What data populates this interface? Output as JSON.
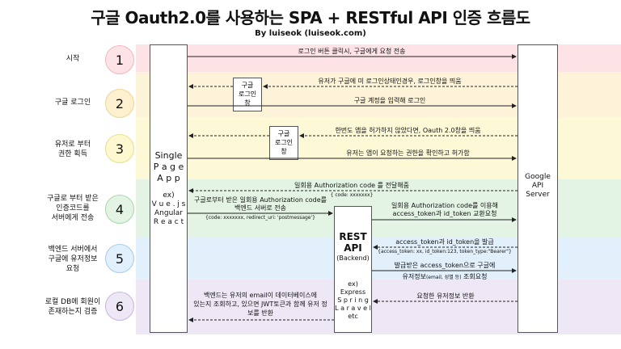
{
  "title": "구글 Oauth2.0를 사용하는 SPA + RESTful API 인증 흐름도",
  "byline": "By luiseok (luiseok.com)",
  "steps": [
    {
      "num": "1",
      "label": "시작"
    },
    {
      "num": "2",
      "label": "구글 로그인"
    },
    {
      "num": "3",
      "label_line1": "유저로 부터",
      "label_line2": "권한 획득"
    },
    {
      "num": "4",
      "label_line1": "구글로 부터 받은",
      "label_line2": "인증코드를",
      "label_line3": "서버에게 전송"
    },
    {
      "num": "5",
      "label_line1": "백엔드 서버에서",
      "label_line2": "구글에 유저정보",
      "label_line3": "요청"
    },
    {
      "num": "6",
      "label_line1": "로컬 DB에 회원이",
      "label_line2": "존재하는지 검증"
    }
  ],
  "spa": {
    "line1": "Single",
    "line2": "P a g e",
    "line3": "A p p",
    "ex": "ex)",
    "fw1": "V u e . j s",
    "fw2": "Angular",
    "fw3": "R e a c t"
  },
  "google": {
    "line1": "Google",
    "line2": "API",
    "line3": "Server"
  },
  "rest": {
    "line1": "REST",
    "line2": "API",
    "line3": "(Backend)",
    "ex": "ex)",
    "fw1": "Express",
    "fw2": "S p r i n g",
    "fw3": "L a r a v e l",
    "fw4": "etc"
  },
  "login_box_1": {
    "line1": "구글",
    "line2": "로그인",
    "line3": "창"
  },
  "login_box_2": {
    "line1": "구글",
    "line2": "로그인",
    "line3": "창"
  },
  "messages": {
    "m1": "로그인 버튼 클릭시, 구글에게 요청 전송",
    "m2": "유저가 구글에 미 로그인상태인경우, 로그인창을 띄움",
    "m3": "구글 계정을 입력해 로그인",
    "m4": "한번도 앱을 허가하지 않았다면, Oauth 2.0창을 띄움",
    "m5": "유저는 앱이 요청하는 권한을 확인하고 허가함",
    "m6": "일회용 Authorization code 를 전달해줌",
    "m6b": "{ code: xxxxxxx}",
    "m7a": "구글로부터 받은 일회용 Authorization code를",
    "m7b": "백엔드 서버로 전송",
    "m7c": "{code: xxxxxxx, redirect_uri: 'postmessage'}",
    "m8a": "일회용 Authorization code를 이용해",
    "m8b": "access_token과 id_token 교환요청",
    "m9a": "access_token과 id_token을 발급",
    "m9b": "{access_token: xx, id_token:123, token_type:\"Bearer\"}",
    "m10a": "발급받은 access_token으로 구글에",
    "m10b": "유저정보",
    "m10c": "(email, 성별 등)",
    "m10d": " 조회요청",
    "m11": "요청한 유저정보 반환",
    "m12a": "백엔드는 유저의 email이 데이터베이스에",
    "m12b": "있는지 조회하고, 있으면 JWT토큰과 함께 유저 정",
    "m12c": "보를 반환"
  },
  "colors": {
    "band1": "#fde3e6",
    "band2": "#fdf3d9",
    "band3": "#fdf8d6",
    "band4": "#e3f4e4",
    "band5": "#e2f0fb",
    "band6": "#eee7f5"
  }
}
